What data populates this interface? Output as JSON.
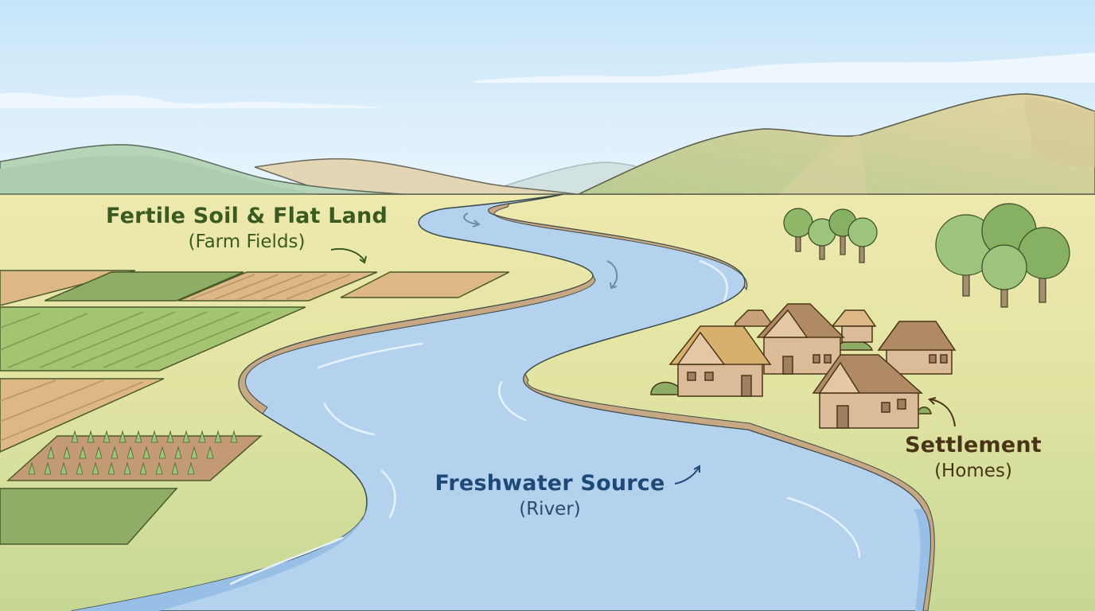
{
  "scene": {
    "title": "River Valley Settlement Illustration",
    "colors": {
      "sky_top": "#c8e6fa",
      "sky_bottom": "#e8f4fc",
      "land": "#e9e6a8",
      "land_lower": "#cfdc98",
      "river": "#b4d2ee",
      "river_edge": "#98bfe6",
      "bank": "#c8a882",
      "field_green": "#8eae66",
      "field_light_green": "#a4c472",
      "field_tan": "#ddb884",
      "field_brown": "#c49a76",
      "house_wall": "#dcbc98",
      "house_roof": "#b08a64",
      "tree": "#8eb868",
      "trunk": "#a88c70"
    }
  },
  "labels": {
    "fields": {
      "title": "Fertile Soil & Flat Land",
      "subtitle": "(Farm Fields)",
      "color": "#3a5a22"
    },
    "river": {
      "title": "Freshwater Source",
      "subtitle": "(River)",
      "color": "#1e4a78"
    },
    "settlement": {
      "title": "Settlement",
      "subtitle": "(Homes)",
      "color": "#4a3418"
    }
  },
  "icons": {
    "fields_arrow": "curved-arrow-down-right",
    "river_arrow": "curved-arrow-up-right",
    "settlement_arrow": "curved-arrow-up-left",
    "flow_arrows": "river-flow-arrows"
  }
}
